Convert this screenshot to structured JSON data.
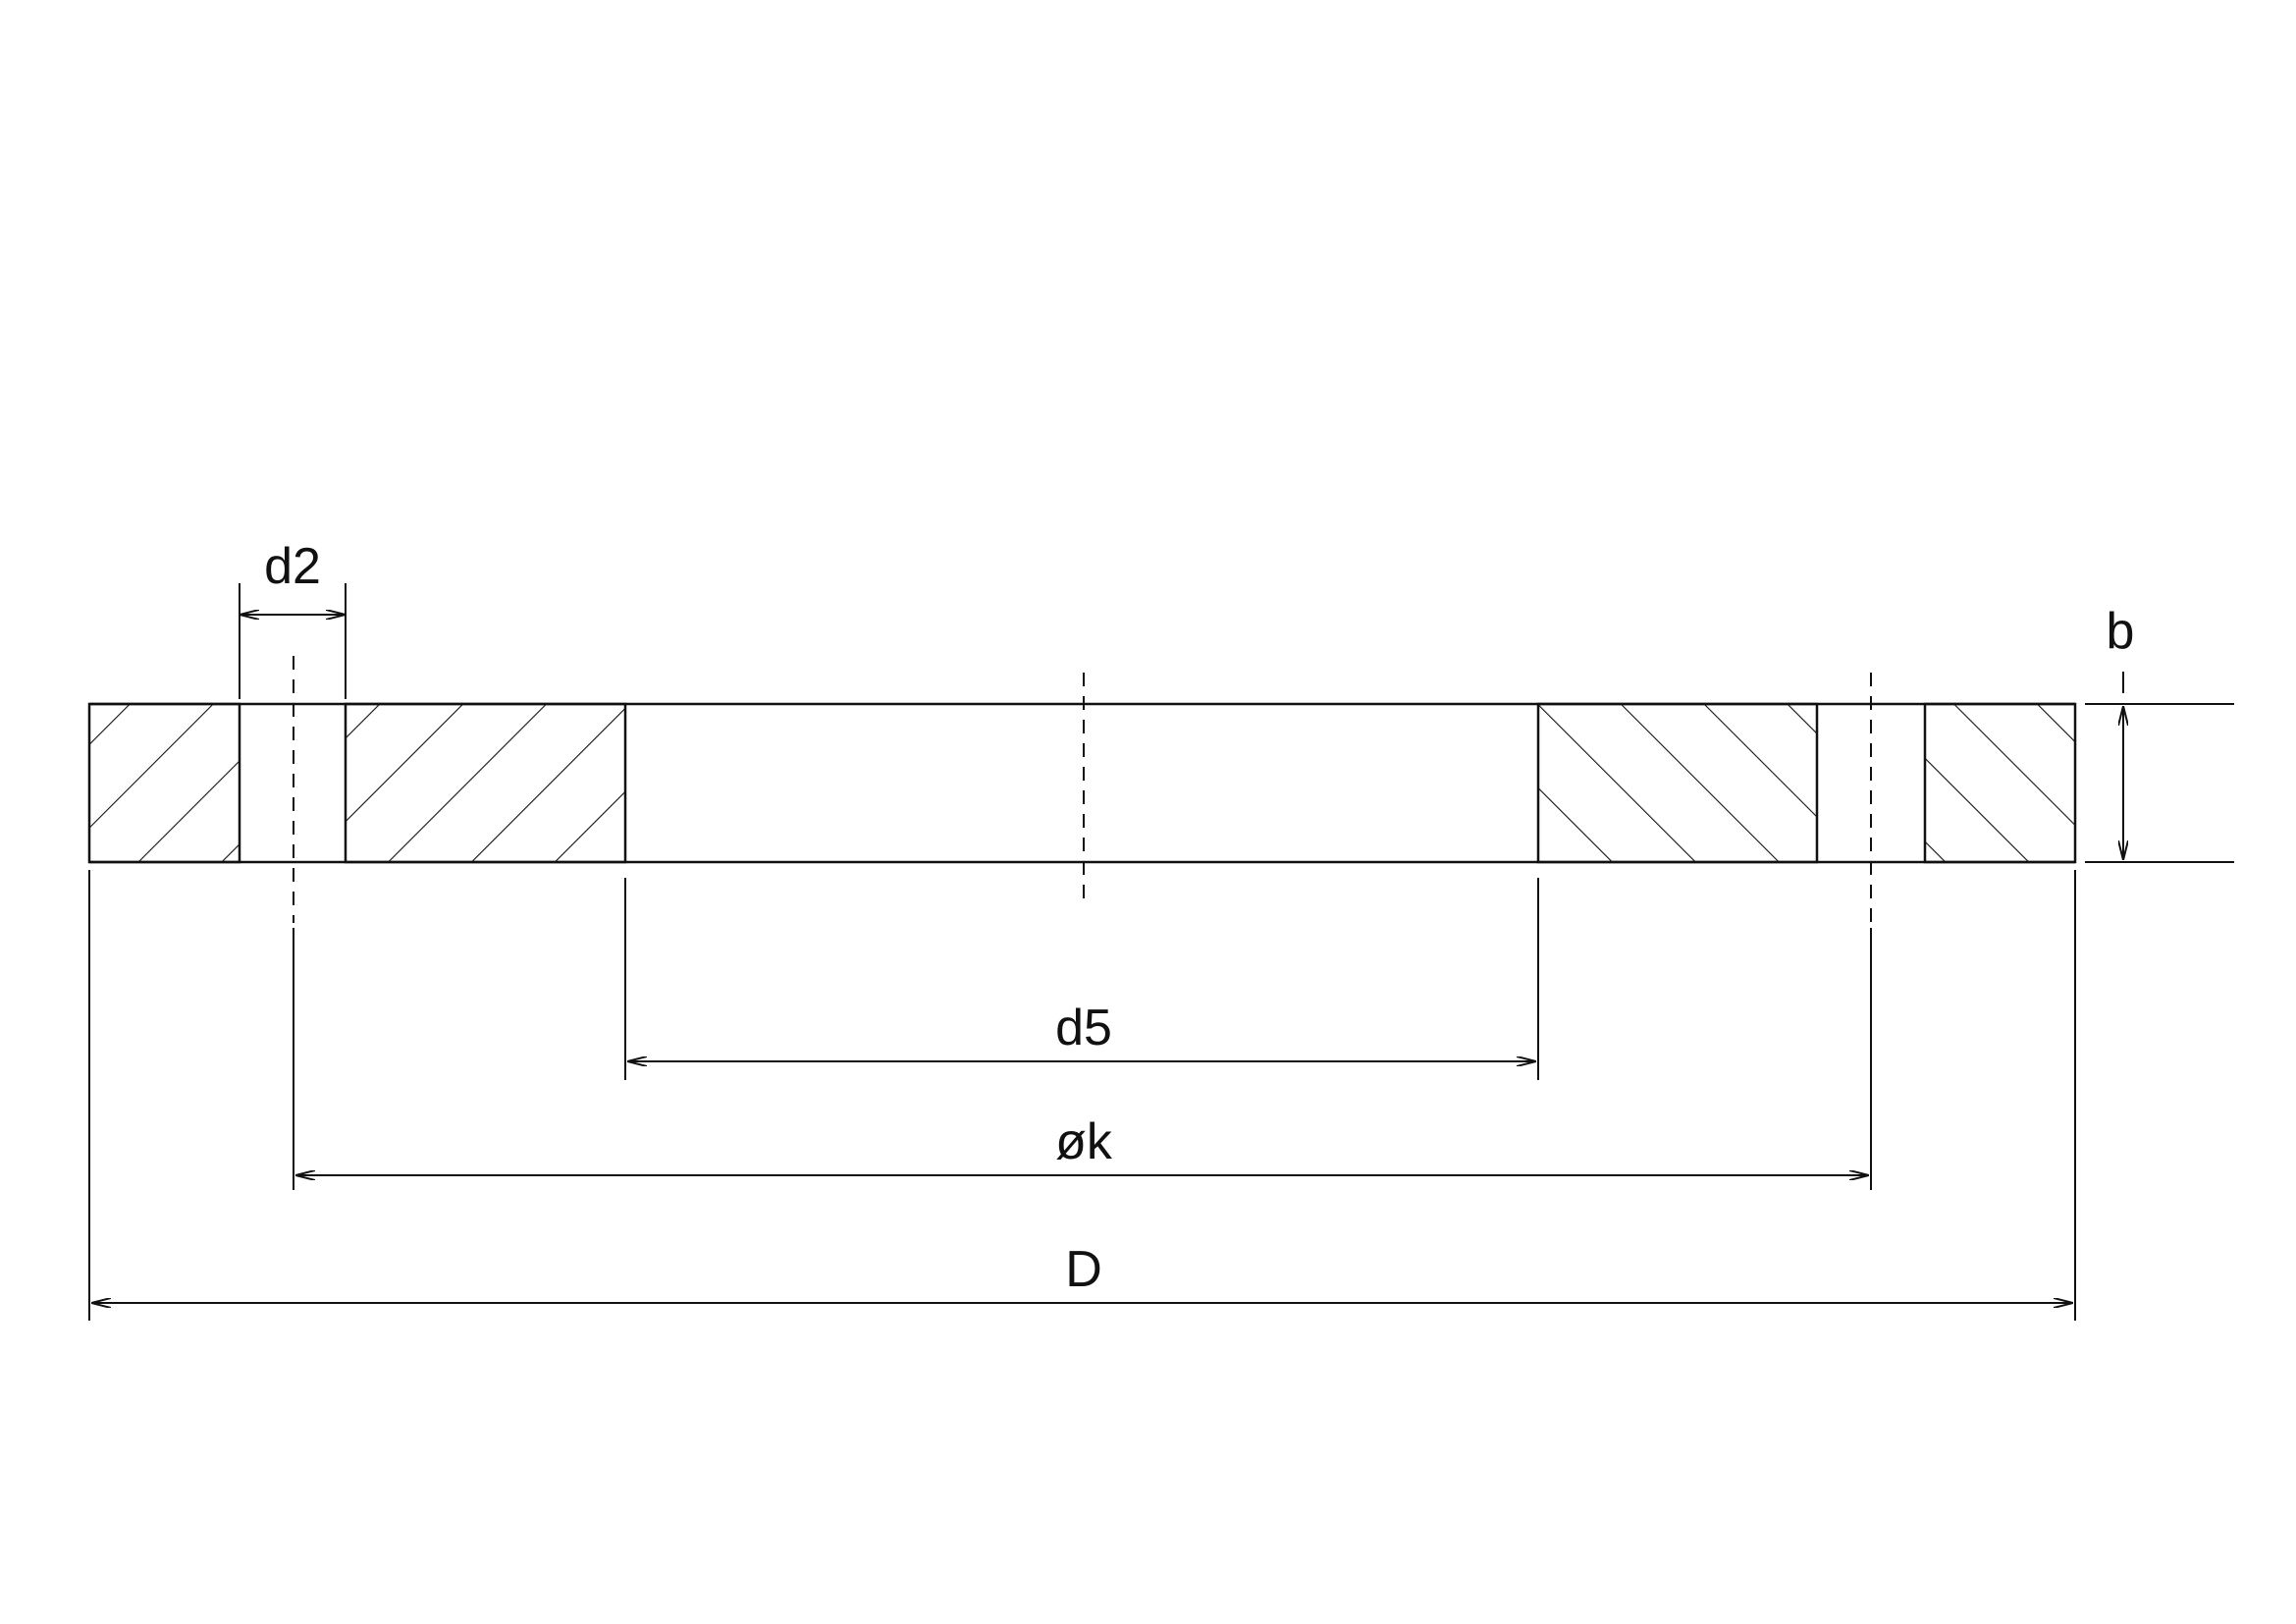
{
  "drawing": {
    "labels": {
      "d2": "d2",
      "b": "b",
      "d5": "d5",
      "k": "øk",
      "D": "D"
    },
    "line_color": "#111111",
    "background": "#ffffff"
  }
}
